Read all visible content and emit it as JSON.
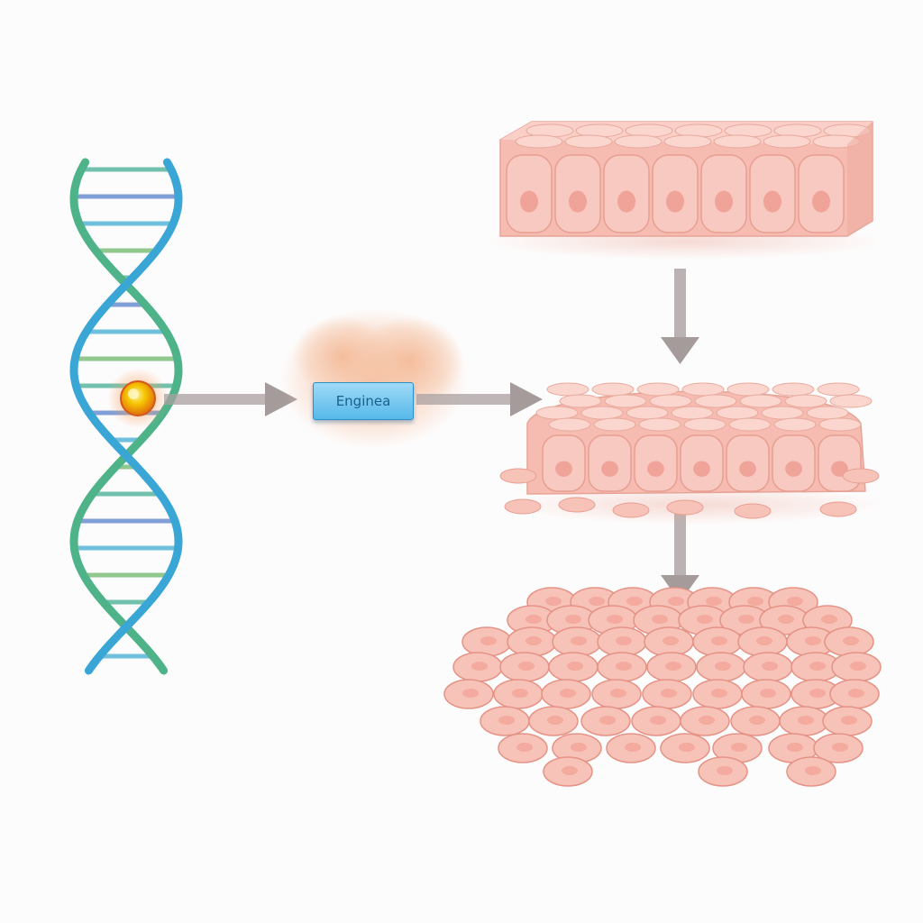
{
  "label": {
    "text": "Enginea"
  },
  "colors": {
    "background": "#fdfcfc",
    "dna_backbone_blue": "#3aa6d6",
    "dna_backbone_green": "#4fb38a",
    "mutation_spot": "#f2b400",
    "arrow": "#a59b9b",
    "label_fill": "#6cc4ee",
    "cell_fill": "#f7c2b8",
    "cell_nucleus": "#ee9a8e"
  },
  "stages": [
    "dna-with-mutation",
    "engineered-factor",
    "intact-tissue-block",
    "loosening-tissue",
    "dissociated-cells"
  ]
}
